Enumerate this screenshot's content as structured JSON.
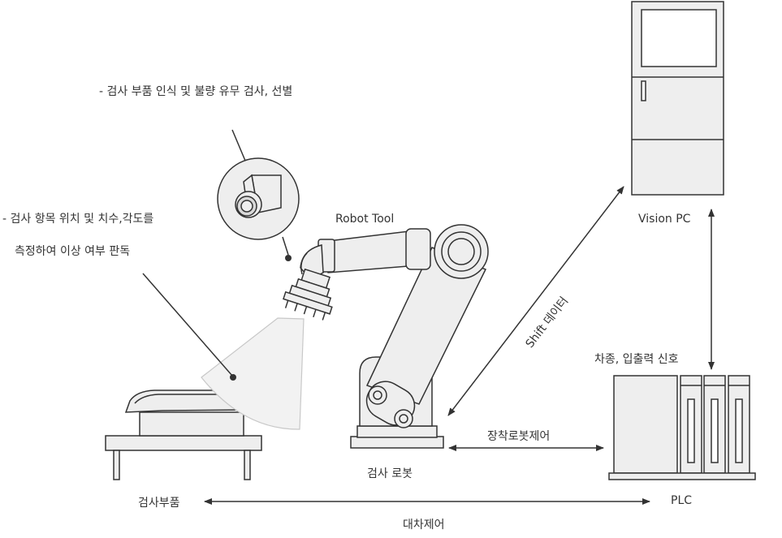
{
  "annotations": {
    "inspection_recognition": "- 검사 부품 인식 및 불량 유무 검사, 선별",
    "measurement_line1": "- 검사 항목 위치 및 치수,각도를",
    "measurement_line2": "측정하여 이상 여부 판독"
  },
  "labels": {
    "robot_tool": "Robot Tool",
    "vision_pc": "Vision PC",
    "plc": "PLC",
    "inspection_robot": "검사 로봇",
    "inspection_part": "검사부품",
    "car_type_io": "차종, 입출력 신호",
    "shift_data": "Shift 데이터",
    "mount_robot_control": "장착로봇제어",
    "cart_control": "대차제어"
  },
  "colors": {
    "stroke": "#333333",
    "equipment_fill": "#eeeeee",
    "lens_fill": "#d9d9d9",
    "beam_fill": "#f2f2f2",
    "beam_stroke": "#c8c8c8"
  }
}
